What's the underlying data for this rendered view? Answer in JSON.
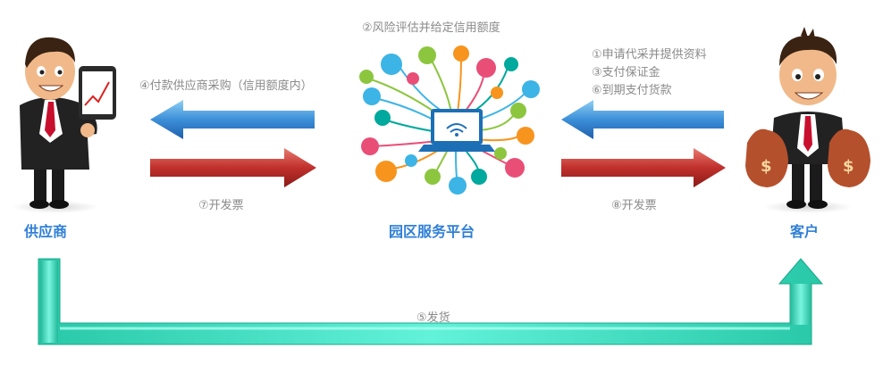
{
  "labels": {
    "supplier": "供应商",
    "platform": "园区服务平台",
    "customer": "客户"
  },
  "steps": {
    "s2": "②风险评估并给定信用额度",
    "s4": "④付款供应商采购（信用额度内）",
    "s1": "①申请代采并提供资料",
    "s3": "③支付保证金",
    "s6": "⑥到期支付货款",
    "s7": "⑦开发票",
    "s8": "⑧开发票",
    "s5": "⑤发货"
  },
  "colors": {
    "label": "#2f7fd6",
    "note": "#8a8a8a",
    "arrow_blue": "#3c8fd8",
    "arrow_red": "#c0302c",
    "arrow_teal": "#2fd7b8"
  }
}
